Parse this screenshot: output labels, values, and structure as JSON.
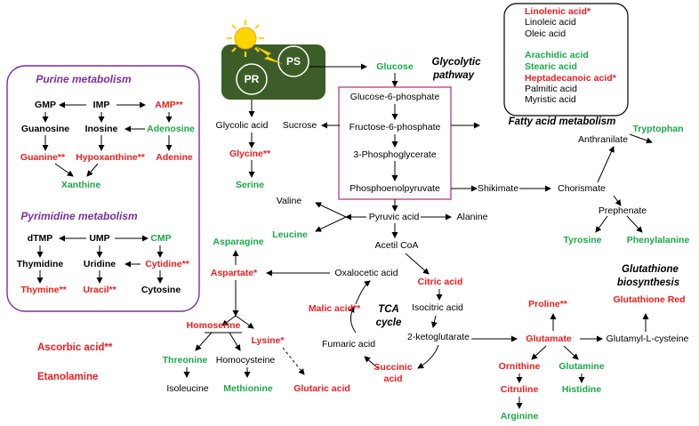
{
  "purine": {
    "title": "Purine metabolism",
    "gmp": "GMP",
    "imp": "IMP",
    "amp": "AMP**",
    "guanosine": "Guanosine",
    "inosine": "Inosine",
    "adenosine": "Adenosine",
    "guanine": "Guanine**",
    "hypoxanthine": "Hypoxanthine**",
    "adenine": "Adenine",
    "xanthine": "Xanthine"
  },
  "pyrimidine": {
    "title": "Pyrimidine metabolism",
    "dtmp": "dTMP",
    "ump": "UMP",
    "cmp": "CMP",
    "thymidine": "Thymidine",
    "uridine": "Uridine",
    "cytidine": "Cytidine**",
    "thymine": "Thymine**",
    "uracil": "Uracil**",
    "cytosine": "Cytosine"
  },
  "misc": {
    "ascorbic": "Ascorbic acid**",
    "etanolamine": "Etanolamine"
  },
  "photo": {
    "pr": "PR",
    "ps": "PS"
  },
  "glycolysis": {
    "title_line1": "Glycolytic",
    "title_line2": "pathway",
    "glucose": "Glucose",
    "g6p": "Glucose-6-phosphate",
    "f6p": "Fructose-6-phosphate",
    "pg3": "3-Phosphoglycerate",
    "pep": "Phosphoenolpyruvate",
    "sucrose": "Sucrose",
    "glycolic": "Glycolic acid",
    "glycine": "Glycine**",
    "serine": "Serine"
  },
  "fatty": {
    "title": "Fatty acid metabolism",
    "items": [
      {
        "text": "Linolenic acid*",
        "color": "red"
      },
      {
        "text": "Linoleic acid",
        "color": "black"
      },
      {
        "text": "Oleic acid",
        "color": "black"
      },
      {
        "text": "Arachidic acid",
        "color": "green"
      },
      {
        "text": "Stearic acid",
        "color": "green"
      },
      {
        "text": "Heptadecanoic acid*",
        "color": "red"
      },
      {
        "text": "Palmitic acid",
        "color": "black"
      },
      {
        "text": "Myristic acid",
        "color": "black"
      }
    ]
  },
  "shikimate": {
    "shikimate": "Shikimate",
    "chorismate": "Chorismate",
    "anthranilate": "Anthranilate",
    "tryptophan": "Tryptophan",
    "prephenate": "Prephenate",
    "tyrosine": "Tyrosine",
    "phenylalanine": "Phenylalanine"
  },
  "pyruvate": {
    "pyruvic": "Pyruvic acid",
    "alanine": "Alanine",
    "valine": "Valine",
    "leucine": "Leucine",
    "acetylcoa": "Acetil CoA"
  },
  "tca": {
    "title_line1": "TCA",
    "title_line2": "cycle",
    "oxaloacetic": "Oxalocetic acid",
    "citric": "Citric acid",
    "isocitric": "Isocitric acid",
    "ketoglutarate": "2-ketoglutarate",
    "succinic_line1": "Succinic",
    "succinic_line2": "acid",
    "fumaric": "Fumaric acid",
    "malic": "Malic acid**"
  },
  "aspartate": {
    "asparagine": "Asparagine",
    "aspartate": "Aspartate*",
    "homoserine": "Homoserine",
    "lysine": "Lysine*",
    "threonine": "Threonine",
    "homocysteine": "Homocysteine",
    "isoleucine": "Isoleucine",
    "methionine": "Methionine",
    "glutaric": "Glutaric acid"
  },
  "glutamate": {
    "proline": "Proline**",
    "glutamate": "Glutamate",
    "glutamyl": "Glutamyl-L-cysteine",
    "ornithine": "Ornithine",
    "glutamine": "Glutamine",
    "citruline": "Citruline",
    "histidine": "Histidine",
    "arginine": "Arginine"
  },
  "glutathione": {
    "title_line1": "Glutathione",
    "title_line2": "biosynthesis",
    "red": "Glutathione Red"
  },
  "colors": {
    "red": "#ee1c1c",
    "green": "#1aa84a",
    "purple": "#7b2fa0",
    "box_magenta": "#c0468f",
    "chloroplast": "#3d5d28",
    "sun": "#ffd500"
  }
}
